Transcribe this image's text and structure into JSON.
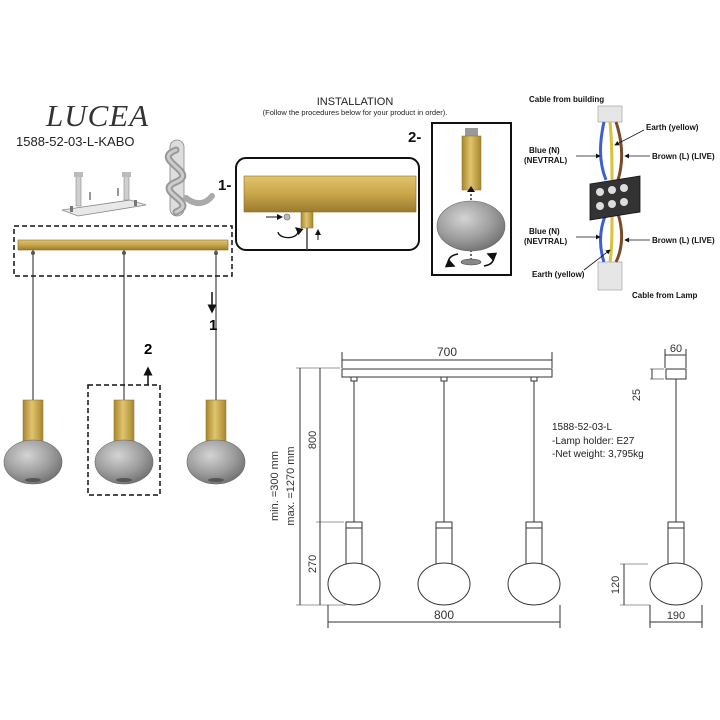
{
  "header": {
    "brand": "LUCEA",
    "product_code": "1588-52-03-L-KABO"
  },
  "installation": {
    "title": "INSTALLATION",
    "subtitle": "(Follow the procedures below for your product in order).",
    "step1_label": "1-",
    "step2_label": "2-",
    "overview_step1": "1",
    "overview_step2": "2"
  },
  "wiring": {
    "cable_building": "Cable from building",
    "cable_lamp": "Cable from Lamp",
    "earth_top": "Earth (yellow)",
    "earth_bottom": "Earth (yellow)",
    "blue_top_1": "Blue (N)",
    "blue_top_2": "(NEVTRAL)",
    "blue_bottom_1": "Blue (N)",
    "blue_bottom_2": "(NEVTRAL)",
    "brown_top": "Brown (L) (LIVE)",
    "brown_bottom": "Brown (L) (LIVE)"
  },
  "dimensions": {
    "width_top": "700",
    "canopy_width": "60",
    "canopy_height": "25",
    "cable_length": "800",
    "min_height": "min. =300 mm",
    "max_height": "max. =1270 mm",
    "shade_height": "270",
    "total_width": "800",
    "side_shade_height": "120",
    "shade_diameter": "190"
  },
  "specs": {
    "model": "1588-52-03-L",
    "lamp_holder": "-Lamp holder: E27",
    "net_weight": "-Net weight: 3,795kg"
  },
  "colors": {
    "brass": "#c9a64a",
    "glass": "#a6a6a6",
    "line": "#333333"
  }
}
